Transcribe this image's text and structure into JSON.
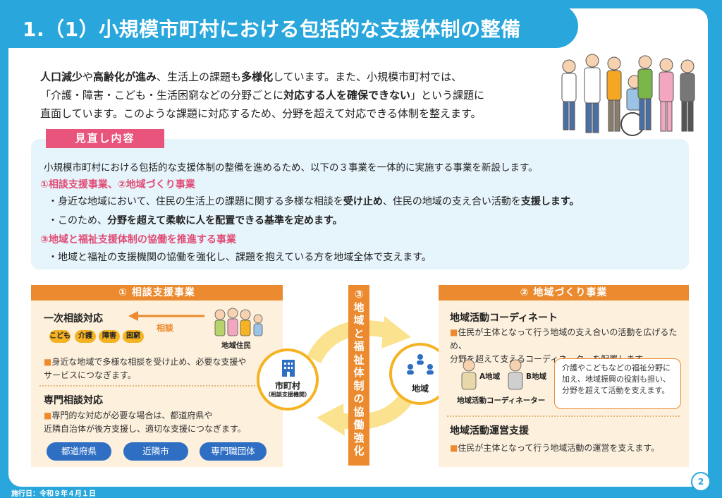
{
  "title": "1.（1）小規模市町村における包括的な支援体制の整備",
  "intro": {
    "l1a": "人口減少",
    "l1b": "や",
    "l1c": "高齢化が進み",
    "l1d": "、生活上の課題も",
    "l1e": "多様化",
    "l1f": "しています。また、小規模市町村では、",
    "l2a": "「介護・障害・こども・生活困窮などの分野ごとに",
    "l2b": "対応する人を確保できない",
    "l2c": "」という課題に",
    "l3": "直面しています。このような課題に対応するため、分野を超えて対応できる体制を整えます。"
  },
  "review": {
    "tab": "見直し内容",
    "lead": "小規模市町村における包括的な支援体制の整備を進めるため、以下の３事業を一体的に実施する事業を新設します。",
    "head1": "①相談支援事業、②地域づくり事業",
    "b1a": "・身近な地域において、住民の生活上の課題に関する多様な相談を",
    "b1b": "受け止め",
    "b1c": "、住民の地域の支え合い活動を",
    "b1d": "支援します。",
    "b2a": "・このため、",
    "b2b": "分野を超えて柔軟に人を配置できる基準を定めます。",
    "head2": "③地域と福祉支援体制の協働を推進する事業",
    "b3": "・地域と福祉の支援機関の協働を強化し、課題を抱えている方を地域全体で支えます。"
  },
  "left_panel": {
    "head": "① 相談支援事業",
    "primary": "一次相談対応",
    "arrow_label": "相談",
    "tags": [
      "こども",
      "介護",
      "障害",
      "困窮"
    ],
    "residents": "地域住民",
    "primary_desc1": "身近な地域で多様な相談を受け止め、必要な支援や",
    "primary_desc2": "サービスにつなぎます。",
    "special": "専門相談対応",
    "special_desc1": "専門的な対応が必要な場合は、都道府県や",
    "special_desc2": "近隣自治体が後方支援し、適切な支援につなぎます。",
    "pills": [
      "都道府県",
      "近隣市",
      "専門職団体"
    ]
  },
  "center": {
    "vertical": [
      "③",
      "地",
      "域",
      "と",
      "福",
      "祉",
      "体",
      "制",
      "の",
      "協",
      "働",
      "強",
      "化"
    ],
    "city": "市町村",
    "city_sub": "（相談支援機関）",
    "region": "地域"
  },
  "right_panel": {
    "head": "② 地域づくり事業",
    "coord": "地域活動コーディネート",
    "coord_desc1": "住民が主体となって行う地域の支え合いの活動を広げるため、",
    "coord_desc2": "分野を超えて支えるコーディネーターを配置します。",
    "area_a": "A地域",
    "area_b": "B地域",
    "coordinator": "地域活動コーディネーター",
    "bubble": "介護やこどもなどの福祉分野に加え、地域振興の役割も担い、分野を超えて活動を支えます。",
    "ops": "地域活動運営支援",
    "ops_desc": "住民が主体となって行う地域活動の運営を支えます。"
  },
  "footer": "施行日：令和９年４月１日",
  "page_number": "2",
  "colors": {
    "brand_blue": "#29a7dc",
    "accent_pink": "#e8547c",
    "accent_orange": "#eb8a2e",
    "panel_bg": "#fdf0dd",
    "review_bg": "#e6f4fb",
    "pill_blue": "#2f6fc3",
    "yellow": "#f5b324"
  }
}
